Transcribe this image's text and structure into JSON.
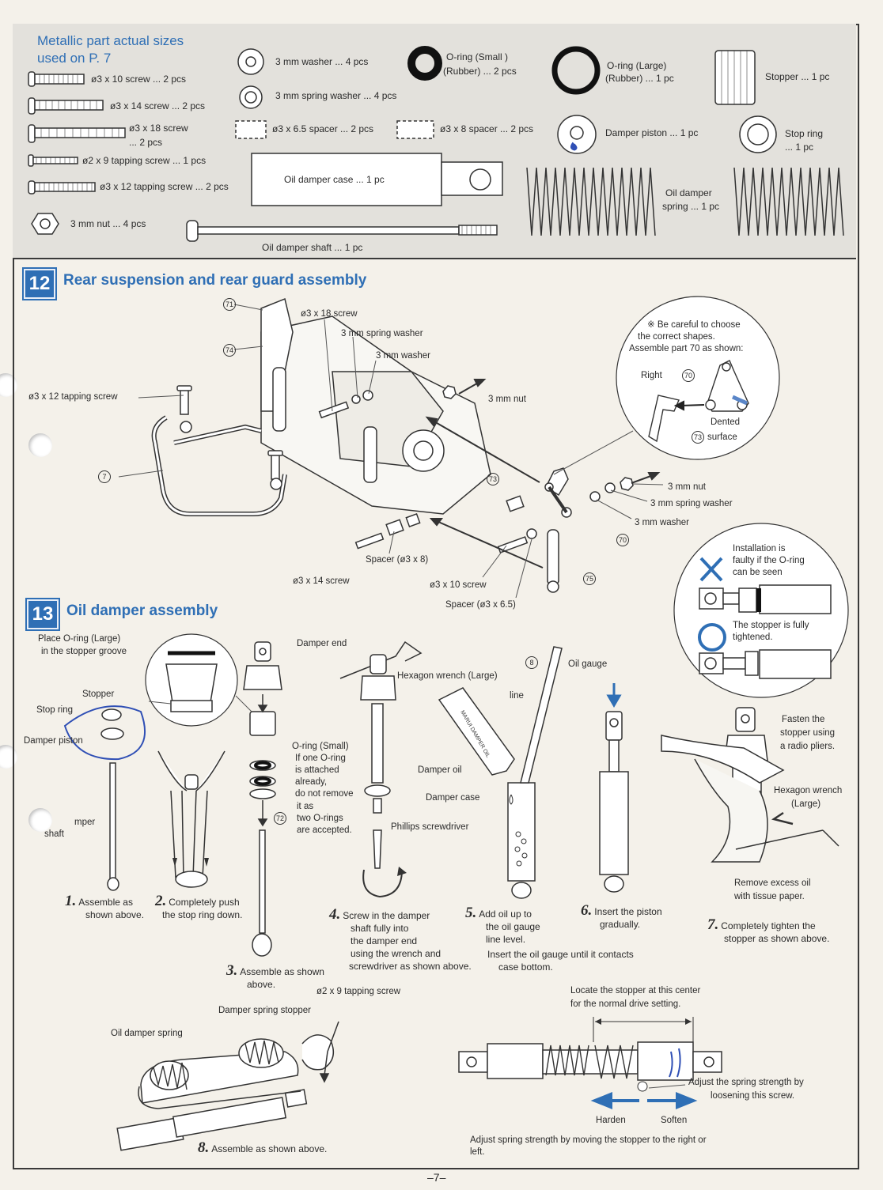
{
  "parts_box": {
    "heading_line1": "Metallic part actual sizes",
    "heading_line2": "used on P. 7",
    "items": {
      "screw_3x10": "ø3 x 10 screw ... 2 pcs",
      "screw_3x14": "ø3 x 14 screw ... 2 pcs",
      "screw_3x18_a": "ø3 x 18 screw",
      "screw_3x18_b": "... 2 pcs",
      "tap_2x9": "ø2 x 9 tapping screw ... 1 pcs",
      "tap_3x12": "ø3 x 12 tapping screw ... 2 pcs",
      "nut_3mm": "3 mm nut ... 4 pcs",
      "washer_3mm": "3 mm washer ... 4 pcs",
      "spring_washer_3mm": "3 mm spring washer ... 4 pcs",
      "spacer_3x65": "ø3 x 6.5 spacer ... 2 pcs",
      "spacer_3x8": "ø3 x 8 spacer ... 2 pcs",
      "oring_small_a": "O-ring (Small )",
      "oring_small_b": "(Rubber) ... 2 pcs",
      "oring_large_a": "O-ring (Large)",
      "oring_large_b": "(Rubber) ... 1 pc",
      "stopper": "Stopper ... 1 pc",
      "damper_piston": "Damper piston ... 1 pc",
      "stop_ring_a": "Stop ring",
      "stop_ring_b": "... 1 pc",
      "damper_case": "Oil damper case ... 1 pc",
      "damper_shaft": "Oil damper shaft ... 1 pc",
      "damper_spring_a": "Oil damper",
      "damper_spring_b": "spring ... 1 pc"
    }
  },
  "step12": {
    "number": "12",
    "title": "Rear suspension and rear guard assembly",
    "labels": {
      "screw18": "ø3 x 18 screw",
      "spring_washer_top": "3 mm spring washer",
      "washer_top": "3 mm washer",
      "tap12": "ø3 x 12 tapping screw",
      "nut_top": "3 mm nut",
      "nut_right": "3 mm nut",
      "spring_washer_right": "3 mm spring washer",
      "washer_right": "3 mm washer",
      "spacer8": "Spacer (ø3 x 8)",
      "screw14": "ø3 x 14 screw",
      "screw10": "ø3 x 10 screw",
      "spacer65": "Spacer (ø3 x 6.5)"
    },
    "part_numbers": {
      "p71": "71",
      "p74": "74",
      "p7": "7",
      "p73": "73",
      "p70": "70",
      "p75": "75"
    },
    "callout": {
      "line1": "※ Be careful to choose",
      "line2": "the correct shapes.",
      "line3": "Assemble part 70 as shown:",
      "right": "Right",
      "p70": "70",
      "dented": "Dented",
      "p73": "73",
      "surface": "surface"
    }
  },
  "step13": {
    "number": "13",
    "title": "Oil damper assembly",
    "labels": {
      "place_oring_1": "Place O-ring (Large)",
      "place_oring_2": "in the stopper groove",
      "stopper": "Stopper",
      "stop_ring": "Stop ring",
      "damper_piston": "Damper piston",
      "damper_shaft_1": "mper",
      "damper_shaft_2": "shaft",
      "damper_end": "Damper end",
      "oring_small_1": "O-ring (Small)",
      "oring_small_2": "If one O-ring",
      "oring_small_3": "is attached",
      "oring_small_4": "already,",
      "oring_small_5": "do not remove",
      "oring_small_6": "it as",
      "oring_small_7": "two O-rings",
      "oring_small_8": "are accepted.",
      "p72": "72",
      "hex_wrench": "Hexagon wrench (Large)",
      "phillips": "Phillips screwdriver",
      "damper_oil": "Damper oil",
      "damper_case": "Damper case",
      "oil_bottle_text": "MARUI DAMPER OIL",
      "p8": "8",
      "oil_gauge": "Oil gauge",
      "line": "line",
      "install_faulty_1": "Installation is",
      "install_faulty_2": "faulty if the O-ring",
      "install_faulty_3": "can be seen",
      "stopper_tight_1": "The stopper is fully",
      "stopper_tight_2": "tightened.",
      "fasten_1": "Fasten the",
      "fasten_2": "stopper using",
      "fasten_3": "a radio pliers.",
      "hex_wrench2_1": "Hexagon wrench",
      "hex_wrench2_2": "(Large)",
      "remove_oil_1": "Remove excess oil",
      "remove_oil_2": "with tissue paper."
    },
    "steps": {
      "s1_n": "1.",
      "s1_a": "Assemble as",
      "s1_b": "shown above.",
      "s2_n": "2.",
      "s2_a": "Completely push",
      "s2_b": "the stop ring down.",
      "s3_n": "3.",
      "s3_a": "Assemble as shown",
      "s3_b": "above.",
      "s4_n": "4.",
      "s4_a": "Screw in the damper",
      "s4_b": "shaft fully into",
      "s4_c": "the damper end",
      "s4_d": "using the wrench and",
      "s4_e": "screwdriver as shown above.",
      "s5_n": "5.",
      "s5_a": "Add oil up to",
      "s5_b": "the oil gauge",
      "s5_c": "line level.",
      "s5_d": "Insert the oil gauge until it contacts",
      "s5_e": "case bottom.",
      "s6_n": "6.",
      "s6_a": "Insert the piston",
      "s6_b": "gradually.",
      "s7_n": "7.",
      "s7_a": "Completely tighten the",
      "s7_b": "stopper as shown above."
    },
    "spring": {
      "tap29": "ø2 x 9 tapping screw",
      "spring_stopper": "Damper spring stopper",
      "oil_spring": "Oil damper spring",
      "s8_n": "8.",
      "s8_text": "Assemble as shown above.",
      "locate_1": "Locate the stopper at this center",
      "locate_2": "for the normal drive setting.",
      "adjust_1": "Adjust the spring strength by",
      "adjust_2": "loosening this screw.",
      "harden": "Harden",
      "soften": "Soften",
      "bottom_1": "Adjust spring strength by moving the stopper to the right or",
      "bottom_2": "left."
    }
  },
  "page_number": "–7–",
  "colors": {
    "accent": "#2f6fb5",
    "paper": "#f4f1ea",
    "parts_bg": "#e3e1dc",
    "ink": "#2a2a2a"
  }
}
